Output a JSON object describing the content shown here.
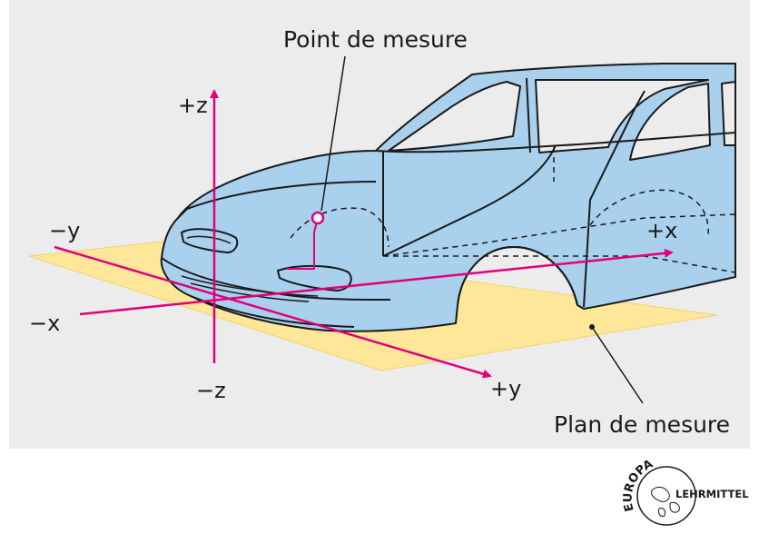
{
  "labels": {
    "measuring_point": "Point de mesure",
    "measuring_plane": "Plan de mesure",
    "plus_z": "+z",
    "minus_z": "−z",
    "plus_x": "+x",
    "minus_x": "−x",
    "plus_y": "+y",
    "minus_y": "−y"
  },
  "logo": {
    "arc_text": "EUROPA",
    "name": "LEHRMITTEL"
  },
  "colors": {
    "background": "#ececec",
    "car_body": "#a9d0ec",
    "outline": "#1a1a1a",
    "axis": "#e2007a",
    "plane": "#ffe79a"
  }
}
